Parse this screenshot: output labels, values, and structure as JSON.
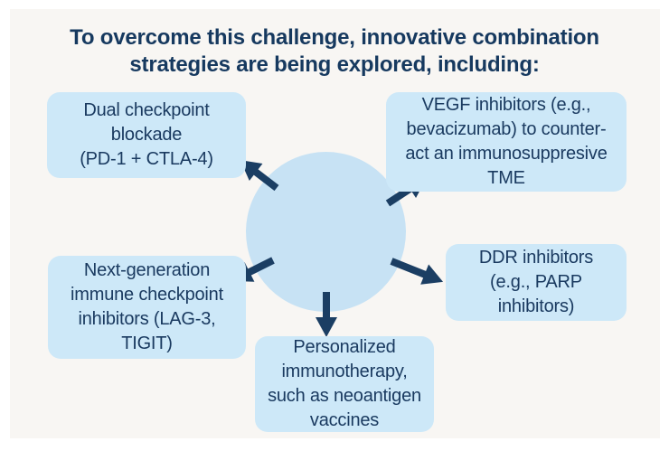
{
  "title": {
    "lines": [
      "To overcome this challenge, innovative combination",
      "strategies are being explored, including:"
    ]
  },
  "nodes": {
    "dual_checkpoint": {
      "lines": [
        "Dual checkpoint",
        "blockade",
        "(PD-1 + CTLA-4)"
      ]
    },
    "vegf": {
      "lines": [
        "VEGF inhibitors (e.g.,",
        "bevacizumab) to counter-",
        "act an immunosuppresive",
        "TME"
      ]
    },
    "next_gen": {
      "lines": [
        "Next-generation",
        "immune checkpoint",
        "inhibitors (LAG-3,",
        "TIGIT)"
      ]
    },
    "ddr": {
      "lines": [
        "DDR inhibitors",
        "(e.g., PARP",
        "inhibitors)"
      ]
    },
    "personalized": {
      "lines": [
        "Personalized",
        "immunotherapy,",
        "such as neoantigen",
        "vaccines"
      ]
    }
  },
  "colors": {
    "navy_text_arrows": "#16395f",
    "node_fill": "#cde8f8",
    "hub_fill": "#c7e2f4",
    "canvas_background": "#f8f6f3",
    "frame_background": "#ffffff"
  }
}
